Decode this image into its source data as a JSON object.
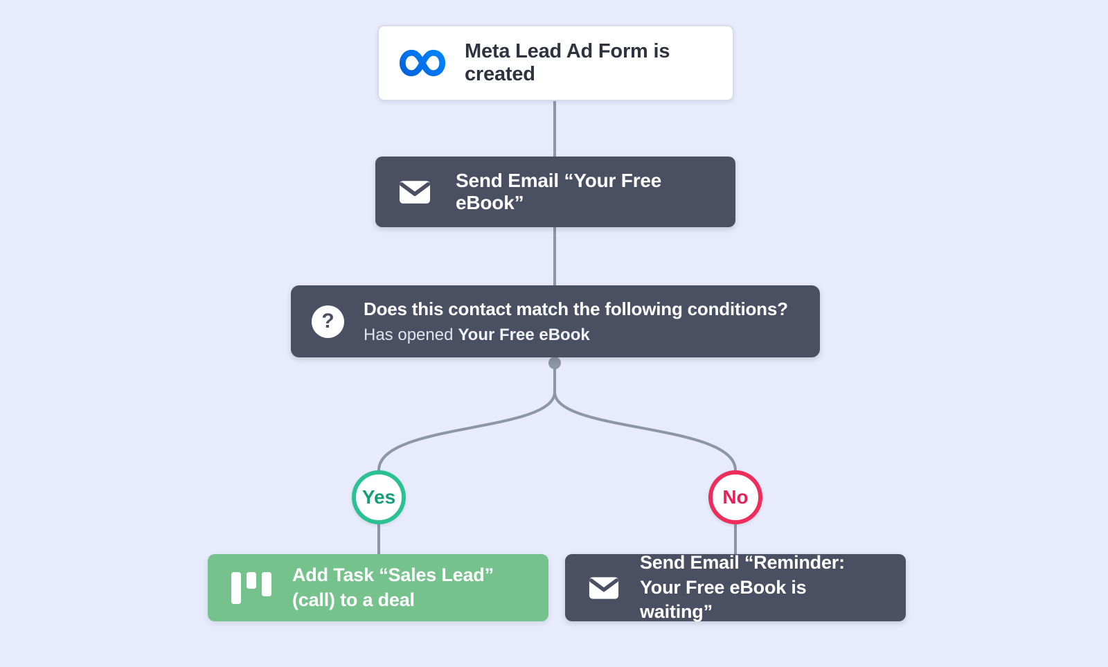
{
  "colors": {
    "canvas_bg": "#e7ebfb",
    "node_dark_bg": "#4a5062",
    "node_white_bg": "#ffffff",
    "node_white_border": "#d8dce8",
    "task_green_bg": "#75c28d",
    "edge_gray": "#8e95a6",
    "yes_border": "#2cc193",
    "yes_text": "#149e7a",
    "no_border": "#ee2d5c",
    "no_text": "#e82058",
    "meta_blue_dark": "#0064e0",
    "meta_blue_light": "#0082fb",
    "dark_text": "#2e333f",
    "light_text": "#ffffff"
  },
  "flow": {
    "trigger": {
      "icon": "meta-logo",
      "label": "Meta Lead Ad Form is created"
    },
    "send_email_1": {
      "icon": "envelope",
      "label": "Send Email “Your Free eBook”"
    },
    "condition": {
      "icon": "question-mark",
      "title": "Does this contact match the following conditions?",
      "condition_prefix": "Has opened",
      "condition_value": "Your Free eBook"
    },
    "branch_yes": {
      "label": "Yes"
    },
    "branch_no": {
      "label": "No"
    },
    "add_task": {
      "icon": "kanban-board",
      "label": "Add Task “Sales Lead” (call) to a deal"
    },
    "send_email_2": {
      "icon": "envelope",
      "label": "Send Email “Reminder: Your Free eBook is waiting”"
    }
  }
}
